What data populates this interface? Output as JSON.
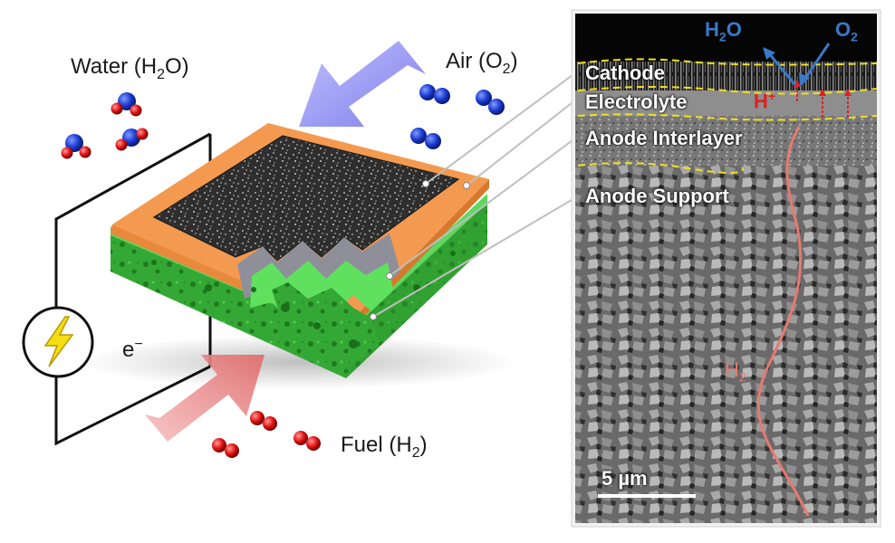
{
  "labels": {
    "water": {
      "text": "Water (H",
      "sub": "2",
      "tail": "O)"
    },
    "air": {
      "text": "Air (O",
      "sub": "2",
      "tail": ")"
    },
    "fuel": {
      "text": "Fuel (H",
      "sub": "2",
      "tail": ")"
    },
    "electron": {
      "text": "e",
      "sup": "−"
    }
  },
  "micrograph": {
    "layers": [
      "Cathode",
      "Electrolyte",
      "Anode Interlayer",
      "Anode Support"
    ],
    "h2o": {
      "text": "H",
      "sub": "2",
      "tail": "O"
    },
    "o2": {
      "text": "O",
      "sub": "2"
    },
    "proton": {
      "text": "H",
      "sup": "+"
    },
    "h2": {
      "text": "H",
      "sub": "2"
    },
    "scale_bar": "5 µm"
  },
  "colors": {
    "cathode": "#3a3a3a",
    "electrolyte_frame": "#f39a50",
    "anode": "#3dbb3d",
    "air_arrow": "#8c8cf0",
    "fuel_arrow": "#e98080",
    "layer_boundary": "#f0e020",
    "blue_text": "#3a78c8",
    "red_text": "#e02020",
    "h2_path": "#e57a70"
  },
  "icons": [
    "lightning-icon",
    "oxygen-molecule-icon",
    "water-molecule-icon",
    "hydrogen-molecule-icon"
  ]
}
